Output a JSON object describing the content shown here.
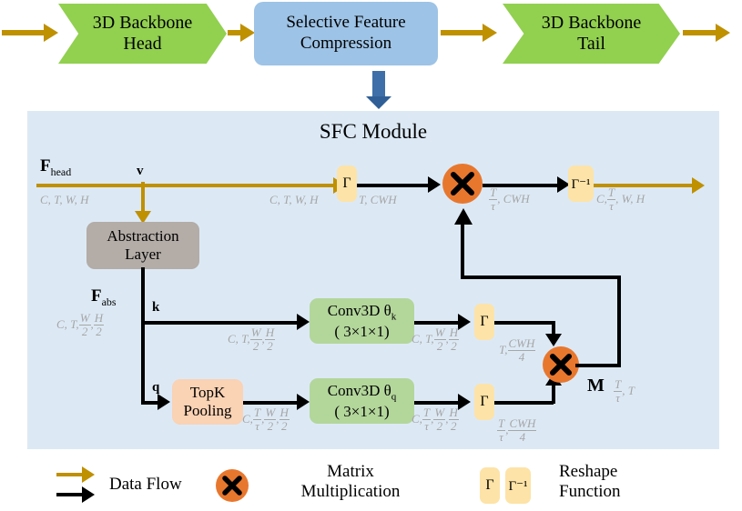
{
  "pipeline": {
    "head_label": "3D Backbone\nHead",
    "head_line1": "3D Backbone",
    "head_line2": "Head",
    "middle_line1": "Selective Feature",
    "middle_line2": "Compression",
    "tail_line1": "3D Backbone",
    "tail_line2": "Tail"
  },
  "sfc": {
    "title": "SFC Module",
    "f_head": "F",
    "f_head_sub": "head",
    "f_abs": "F",
    "f_abs_sub": "abs",
    "v_label": "v",
    "k_label": "k",
    "q_label": "q",
    "m_label": "M",
    "abstraction_line1": "Abstraction",
    "abstraction_line2": "Layer",
    "topk_line1": "TopK",
    "topk_line2": "Pooling",
    "conv_k_line1": "Conv3D θ",
    "conv_k_sub": "k",
    "conv_k_line2": "( 3×1×1)",
    "conv_q_line1": "Conv3D θ",
    "conv_q_sub": "q",
    "conv_q_line2": "( 3×1×1)",
    "gamma": "Γ",
    "gamma_inv": "Γ⁻¹"
  },
  "dims": {
    "d1": "C, T, W, H",
    "d2": "C, T, W, H",
    "d3": "T, CWH",
    "d4_num": "T",
    "d4_den": "τ",
    "d4_rest": ", CWH",
    "d5_pre": "C,",
    "d5_num": "T",
    "d5_den": "τ",
    "d5_rest": ", W, H",
    "fabs_pre": "C, T,",
    "fabs_n1": "W",
    "fabs_d1": "2",
    "fabs_n2": "H",
    "fabs_d2": "2",
    "k1_pre": "C, T,",
    "k1_n1": "W",
    "k1_d1": "2",
    "k1_n2": "H",
    "k1_d2": "2",
    "k2_pre": "C, T,",
    "k2_n1": "W",
    "k2_d1": "2",
    "k2_n2": "H",
    "k2_d2": "2",
    "k3_pre": "T,",
    "k3_num": "CWH",
    "k3_den": "4",
    "q1_pre": "C,",
    "q1_n0": "T",
    "q1_d0": "τ",
    "q1_n1": "W",
    "q1_d1": "2",
    "q1_n2": "H",
    "q1_d2": "2",
    "q2_pre": "C,",
    "q2_n0": "T",
    "q2_d0": "τ",
    "q2_n1": "W",
    "q2_d1": "2",
    "q2_n2": "H",
    "q2_d2": "2",
    "q3_n0": "T",
    "q3_d0": "τ",
    "q3_num": "CWH",
    "q3_den": "4",
    "m_n0": "T",
    "m_d0": "τ",
    "m_rest": ", T"
  },
  "legend": {
    "data_flow": "Data Flow",
    "matrix_line1": "Matrix",
    "matrix_line2": "Multiplication",
    "reshape_line1": "Reshape",
    "reshape_line2": "Function",
    "gamma": "Γ",
    "gamma_inv": "Γ⁻¹"
  },
  "colors": {
    "green": "#92d050",
    "blue": "#9dc3e6",
    "panel": "#dce9f5",
    "gold": "#bf9000",
    "black": "#000000",
    "orange": "#e8772e",
    "yellow": "#fde3a7",
    "gray": "#b3aca7",
    "peach": "#fad2b4",
    "conv_green": "#b3d69b",
    "dim_text": "#a6a6a6",
    "blue_arrow": "#3f6fa8"
  }
}
